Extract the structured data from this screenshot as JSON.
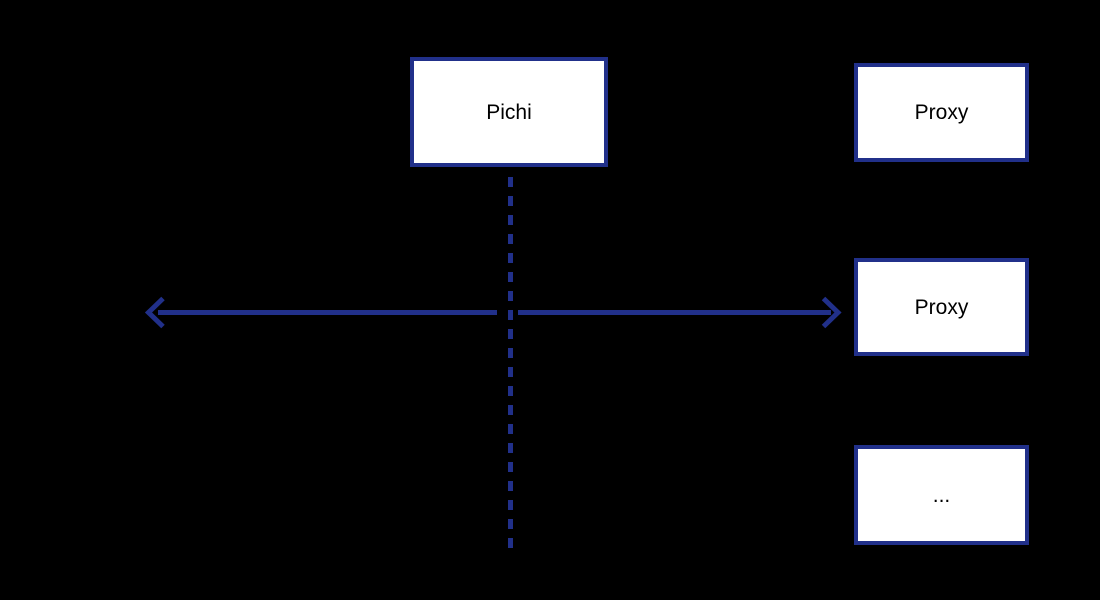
{
  "diagram": {
    "colors": {
      "background": "#000000",
      "accent": "#21308A",
      "node_fill": "#FFFFFF",
      "node_text": "#000000"
    },
    "nodes": [
      {
        "id": "pichi",
        "label": "Pichi"
      },
      {
        "id": "proxy-top",
        "label": "Proxy"
      },
      {
        "id": "proxy-middle",
        "label": "Proxy"
      },
      {
        "id": "proxy-more",
        "label": "..."
      }
    ],
    "connectors": [
      {
        "id": "pichi-lifeline",
        "type": "dashed-lifeline",
        "from": "pichi"
      },
      {
        "id": "client-proxy-arrow",
        "type": "bidirectional-arrow",
        "to": "proxy-middle"
      }
    ]
  }
}
